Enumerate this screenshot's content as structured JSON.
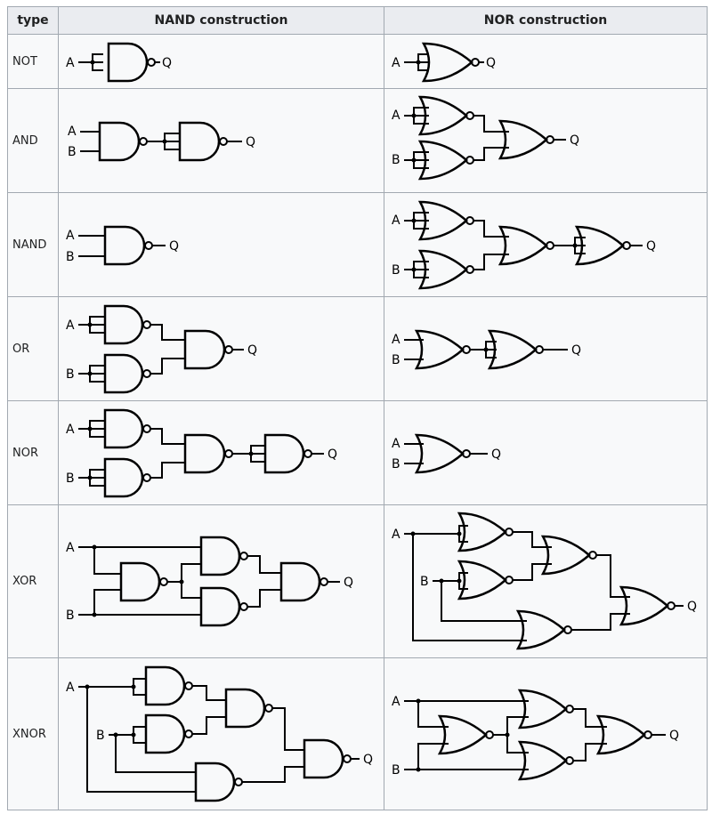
{
  "header": {
    "type": "type",
    "nand": "NAND construction",
    "nor": "NOR construction"
  },
  "rows": [
    {
      "type": "NOT",
      "nand": {
        "A": "A",
        "Q": "Q"
      },
      "nor": {
        "A": "A",
        "Q": "Q"
      }
    },
    {
      "type": "AND",
      "nand": {
        "A": "A",
        "B": "B",
        "Q": "Q"
      },
      "nor": {
        "A": "A",
        "B": "B",
        "Q": "Q"
      }
    },
    {
      "type": "NAND",
      "nand": {
        "A": "A",
        "B": "B",
        "Q": "Q"
      },
      "nor": {
        "A": "A",
        "B": "B",
        "Q": "Q"
      }
    },
    {
      "type": "OR",
      "nand": {
        "A": "A",
        "B": "B",
        "Q": "Q"
      },
      "nor": {
        "A": "A",
        "B": "B",
        "Q": "Q"
      }
    },
    {
      "type": "NOR",
      "nand": {
        "A": "A",
        "B": "B",
        "Q": "Q"
      },
      "nor": {
        "A": "A",
        "B": "B",
        "Q": "Q"
      }
    },
    {
      "type": "XOR",
      "nand": {
        "A": "A",
        "B": "B",
        "Q": "Q"
      },
      "nor": {
        "A": "A",
        "B": "B",
        "Q": "Q"
      }
    },
    {
      "type": "XNOR",
      "nand": {
        "A": "A",
        "B": "B",
        "Q": "Q"
      },
      "nor": {
        "A": "A",
        "B": "B",
        "Q": "Q"
      }
    }
  ]
}
